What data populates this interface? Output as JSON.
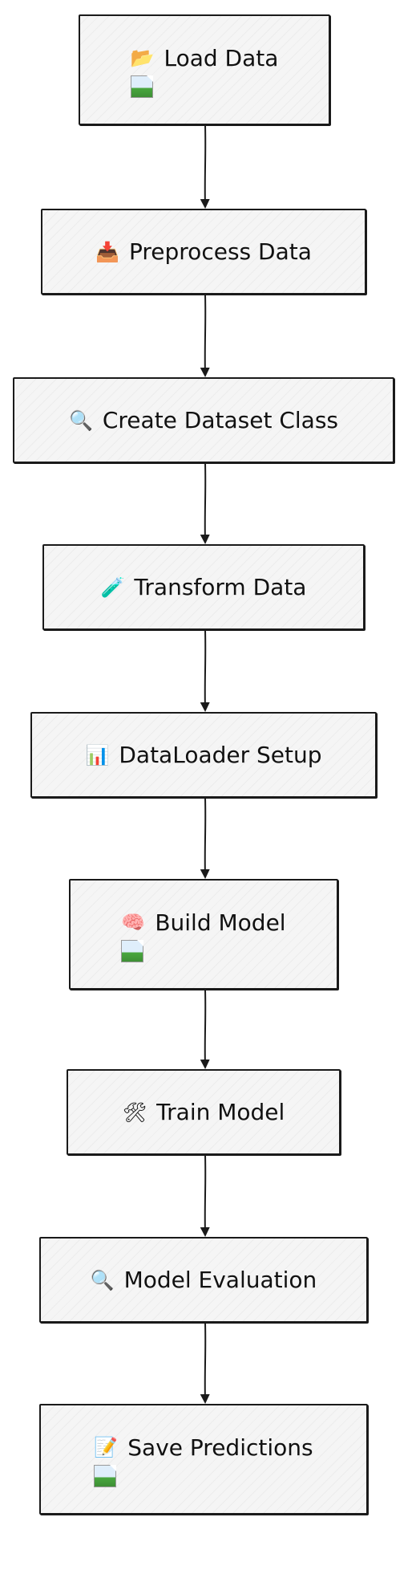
{
  "diagram": {
    "nodes": [
      {
        "id": "load",
        "icon": "📂",
        "icon_name": "open-folder-icon",
        "label": "Load Data",
        "has_image": true
      },
      {
        "id": "preprocess",
        "icon": "📥",
        "icon_name": "inbox-tray-icon",
        "label": "Preprocess Data",
        "has_image": false
      },
      {
        "id": "dataset",
        "icon": "🔍",
        "icon_name": "magnifying-glass-icon",
        "label": "Create Dataset Class",
        "has_image": false
      },
      {
        "id": "transform",
        "icon": "🧪",
        "icon_name": "test-tube-icon",
        "label": "Transform Data",
        "has_image": false
      },
      {
        "id": "dataloader",
        "icon": "📊",
        "icon_name": "bar-chart-icon",
        "label": "DataLoader Setup",
        "has_image": false
      },
      {
        "id": "build",
        "icon": "🧠",
        "icon_name": "brain-icon",
        "label": "Build Model",
        "has_image": true
      },
      {
        "id": "train",
        "icon": "🛠",
        "icon_name": "hammer-and-wrench-icon",
        "label": "Train Model",
        "has_image": false
      },
      {
        "id": "evaluate",
        "icon": "🔍",
        "icon_name": "magnifying-glass-icon",
        "label": "Model Evaluation",
        "has_image": false
      },
      {
        "id": "save",
        "icon": "📝",
        "icon_name": "memo-icon",
        "label": "Save Predictions",
        "has_image": true
      }
    ],
    "edges": [
      {
        "from": "load",
        "to": "preprocess"
      },
      {
        "from": "preprocess",
        "to": "dataset"
      },
      {
        "from": "dataset",
        "to": "transform"
      },
      {
        "from": "transform",
        "to": "dataloader"
      },
      {
        "from": "dataloader",
        "to": "build"
      },
      {
        "from": "build",
        "to": "train"
      },
      {
        "from": "train",
        "to": "evaluate"
      },
      {
        "from": "evaluate",
        "to": "save"
      }
    ],
    "colors": {
      "stroke": "#1a1a1a",
      "fill": "#f5f5f5"
    }
  }
}
